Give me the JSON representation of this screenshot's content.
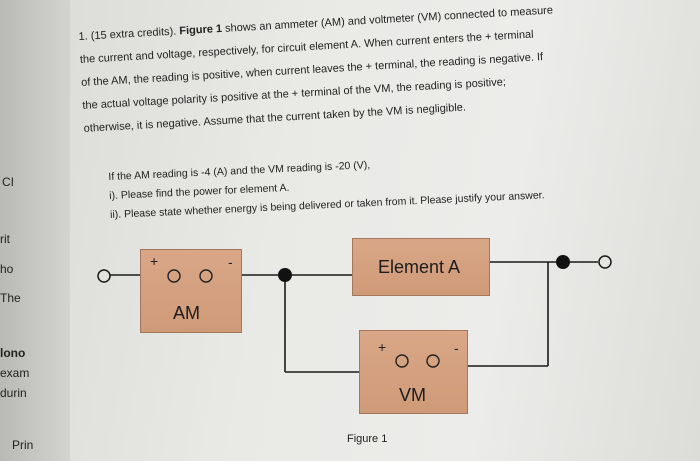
{
  "left_edge": [
    "CI",
    "rit",
    "ho",
    "The",
    "lono",
    "exam",
    "durin",
    "Prin"
  ],
  "problem": {
    "line1_start": "1. (15 extra credits).",
    "line1_bold": "Figure 1",
    "line1_rest": " shows an ammeter (AM) and voltmeter (VM) connected to measure",
    "line2": "the current and voltage, respectively, for circuit element A. When current enters the + terminal",
    "line3": "of the AM, the reading is positive, when current leaves the + terminal, the reading is negative. If",
    "line4": "the actual voltage polarity is positive at the + terminal of the VM, the reading is positive;",
    "line5": "otherwise, it is negative. Assume that the current taken by the VM is negligible."
  },
  "question": {
    "line1": "If the AM reading is -4 (A) and the VM reading is -20 (V),",
    "line2": "i). Please find the power for element A.",
    "line3": "ii). Please state whether energy is being delivered or taken from it. Please justify your answer."
  },
  "circuit": {
    "am_label": "AM",
    "element_label": "Element A",
    "vm_label": "VM",
    "plus": "+",
    "minus": "-",
    "box_color": "#d4a07f",
    "wire_color": "#1a1a1a"
  },
  "figure_caption": "Figure 1"
}
